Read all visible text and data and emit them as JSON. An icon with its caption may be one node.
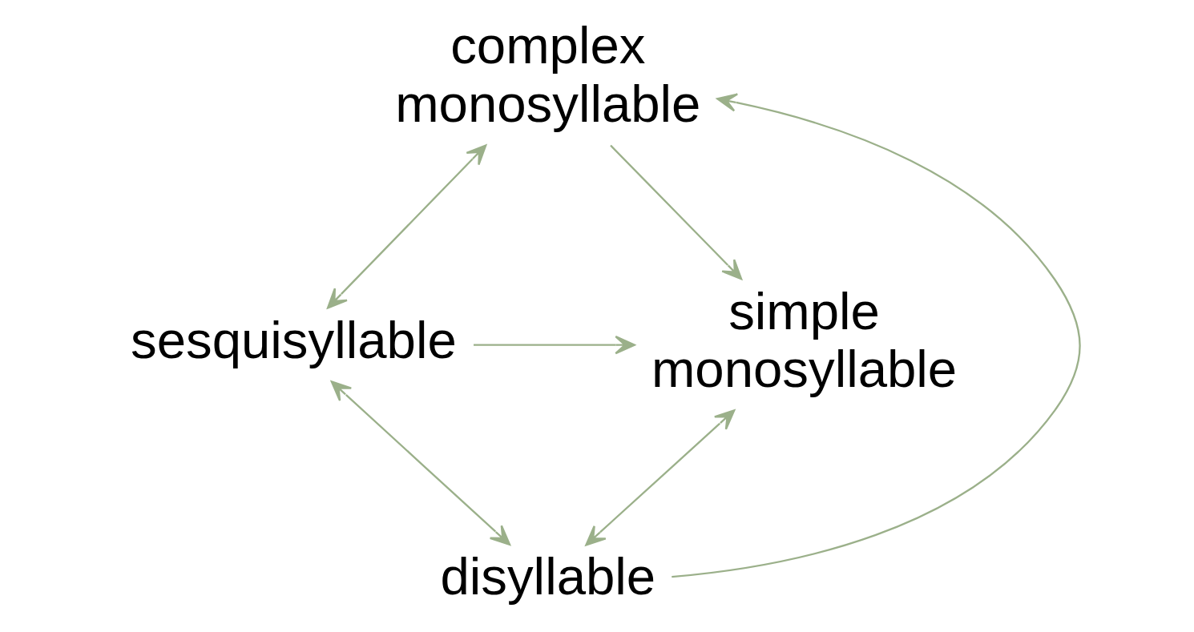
{
  "diagram": {
    "nodes": [
      {
        "text": [
          "complex monosyllable"
        ]
      },
      {
        "text": [
          "sesquisyllable"
        ]
      },
      {
        "text": [
          "simple monosyllable"
        ]
      },
      {
        "text": [
          "disyllable"
        ]
      }
    ],
    "edges": [
      {
        "from": 0,
        "to": 1,
        "arrow": "both"
      },
      {
        "from": 0,
        "to": 2,
        "arrow": "to"
      },
      {
        "from": 1,
        "to": 2,
        "arrow": "to"
      },
      {
        "from": 3,
        "to": 0,
        "arrow": "to"
      },
      {
        "from": 1,
        "to": 3,
        "arrow": "both"
      },
      {
        "from": 2,
        "to": 3,
        "arrow": "both"
      }
    ]
  }
}
